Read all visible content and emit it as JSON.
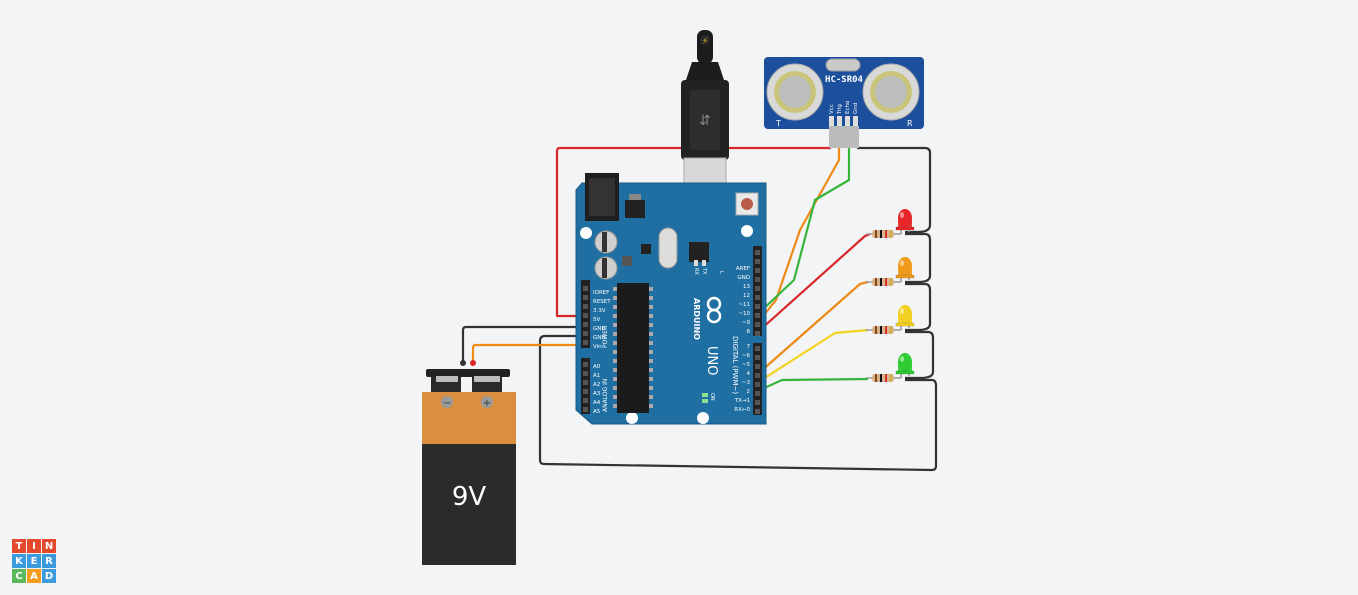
{
  "sensor": {
    "model": "HC-SR04",
    "pins": [
      "Vcc",
      "Trig",
      "Echo",
      "Gnd"
    ],
    "t_label": "T",
    "r_label": "R"
  },
  "arduino": {
    "brand": "ARDUINO",
    "model": "UNO",
    "on_label": "ON",
    "l_label": "L",
    "tx_label": "TX",
    "rx_label": "RX",
    "power_pins": [
      "IOREF",
      "RESET",
      "3.3V",
      "5V",
      "GND",
      "GND",
      "Vin"
    ],
    "power_title": "POWER",
    "analog_pins": [
      "A0",
      "A1",
      "A2",
      "A3",
      "A4",
      "A5"
    ],
    "analog_title": "ANALOG IN",
    "digital_top": [
      "AREF",
      "GND",
      "13",
      "12",
      "~11",
      "~10",
      "~9",
      "8"
    ],
    "digital_bottom": [
      "7",
      "~6",
      "~5",
      "4",
      "~3",
      "2",
      "TX→1",
      "RX←0"
    ],
    "digital_title": "DIGITAL (PWM~)"
  },
  "battery": {
    "label": "9V",
    "minus": "−",
    "plus": "+"
  },
  "leds": [
    {
      "color": "red",
      "fill": "#e8262a"
    },
    {
      "color": "orange",
      "fill": "#f09a1c"
    },
    {
      "color": "yellow",
      "fill": "#f2d01f"
    },
    {
      "color": "green",
      "fill": "#2fcc33"
    }
  ],
  "wire_colors": {
    "red": "#d8262a",
    "orange": "#ee8a16",
    "green": "#37b43a",
    "yellow": "#f2d21c",
    "black": "#333333"
  },
  "logo": {
    "letters": [
      "T",
      "I",
      "N",
      "K",
      "E",
      "R",
      "C",
      "A",
      "D"
    ],
    "colors": [
      "#e5492d",
      "#e5492d",
      "#e5492d",
      "#3b9bdc",
      "#3b9bdc",
      "#3b9bdc",
      "#5cb85c",
      "#f39c1f",
      "#3b9bdc"
    ]
  }
}
